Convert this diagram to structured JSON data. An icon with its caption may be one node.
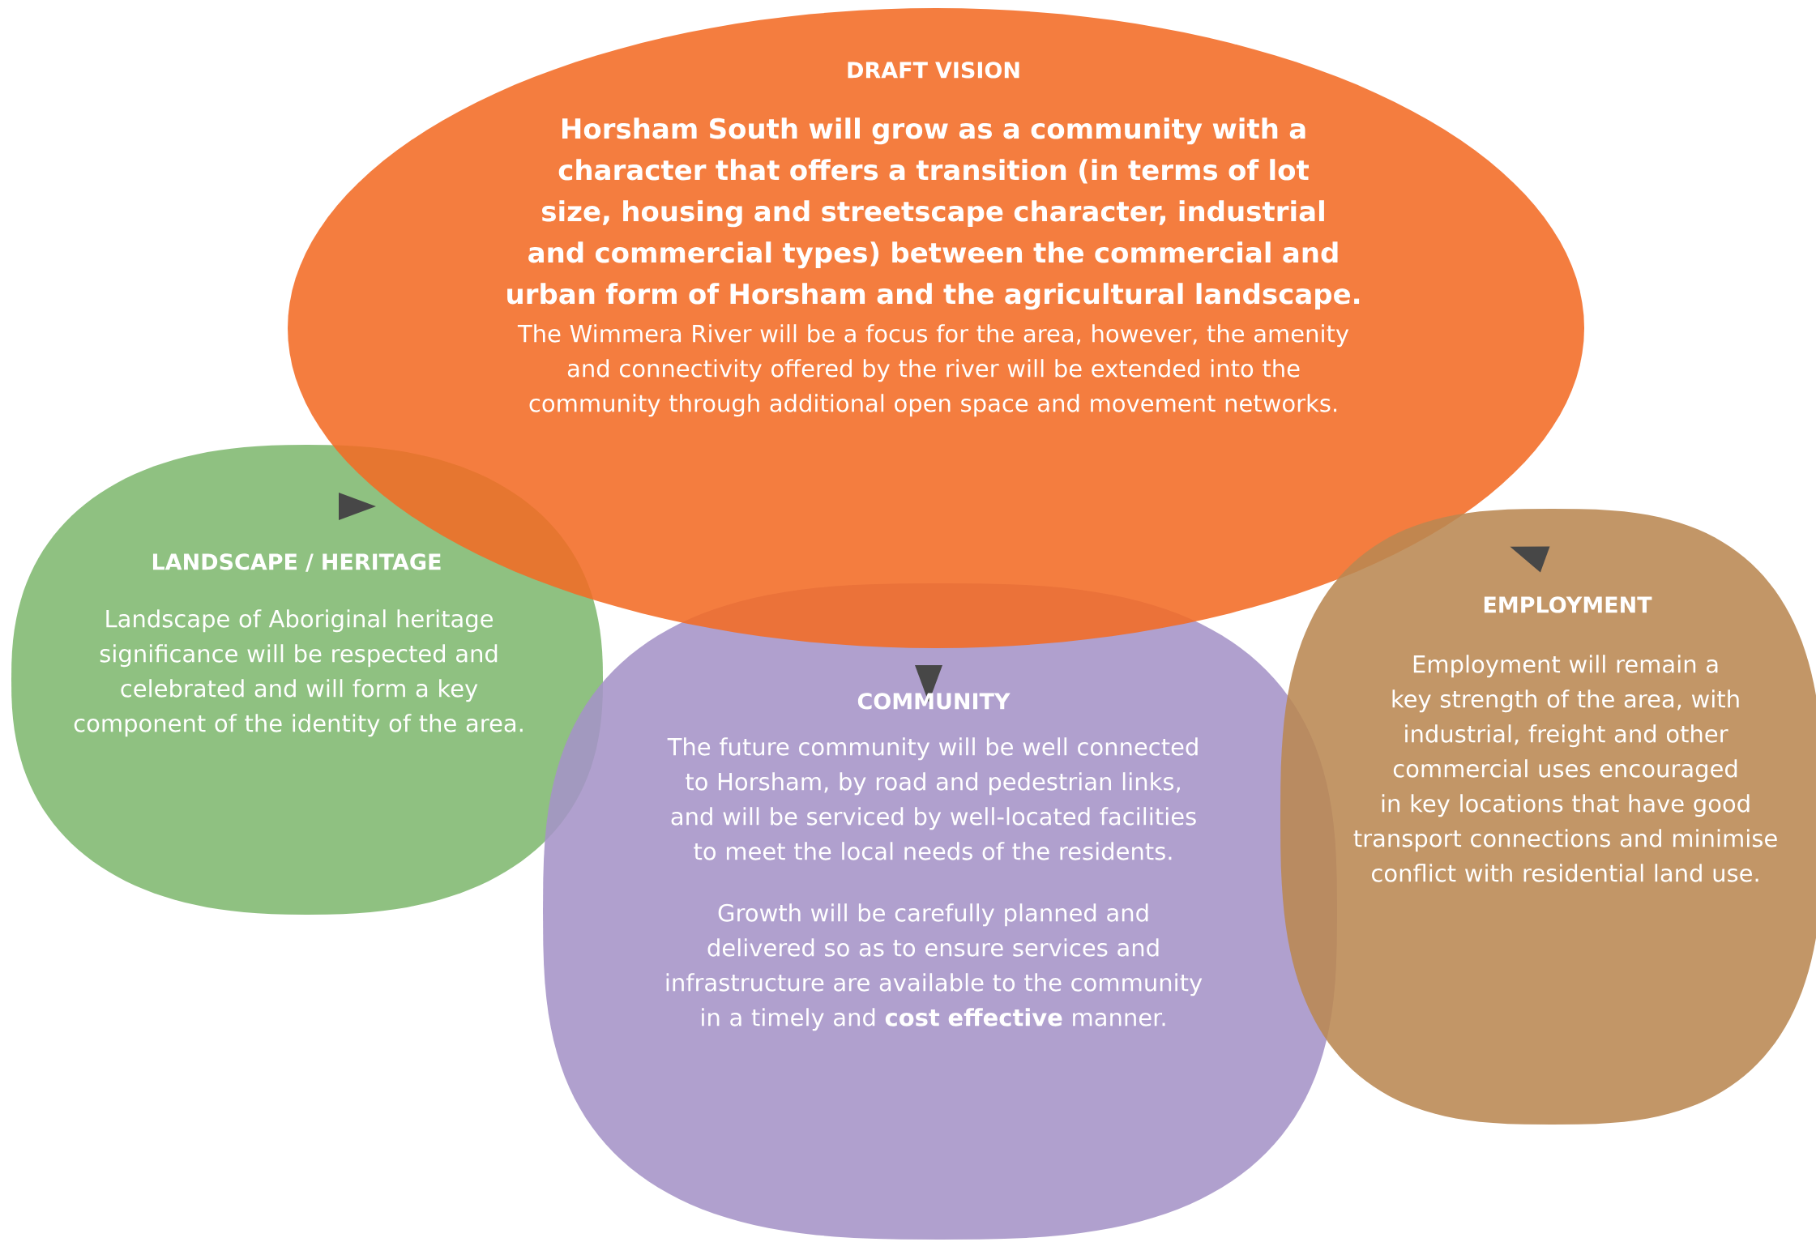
{
  "diagram": {
    "nodes": [
      {
        "text": [
          "DRAFT VISION",
          "Horsham South will grow as a community with a character that offers a transition (in terms of lot size, housing and streetscape character, industrial and commercial types) between the commercial and urban form of Horsham and the agricultural landscape.",
          "The Wimmera River will be a focus for the area, however, the amenity and connectivity offered by the river will be extended into the community through additional open space and movement networks."
        ]
      },
      {
        "text": [
          "LANDSCAPE / HERITAGE",
          "Landscape of Aboriginal heritage significance will be respected and celebrated and will form a key component of the identity of the area."
        ]
      },
      {
        "text": [
          "COMMUNITY",
          "The future community will be well connected to Horsham, by road and pedestrian links, and will be serviced by well-located facilities to meet the local needs of the residents.",
          "Growth will be carefully planned and delivered so as to ensure services and infrastructure are available to the community in a timely and **cost effective** manner."
        ]
      },
      {
        "text": [
          "EMPLOYMENT",
          "Employment will remain a key strength of the area, with industrial, freight and other commercial uses encouraged in key locations that have good transport connections and minimise conflict with residential land use."
        ]
      }
    ]
  }
}
